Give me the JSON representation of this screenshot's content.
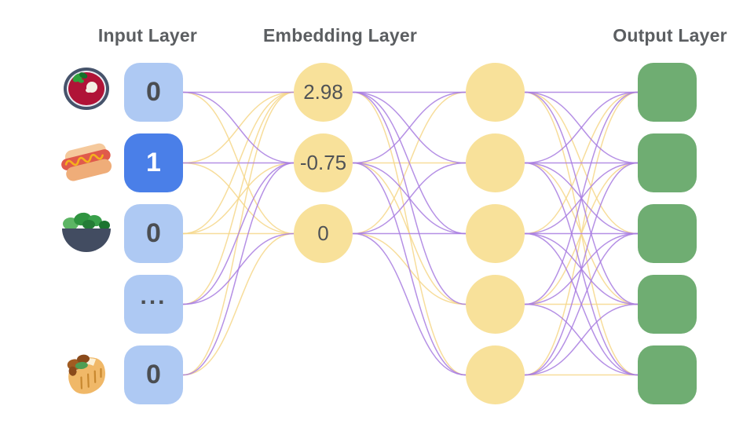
{
  "titles": {
    "input": "Input Layer",
    "embedding": "Embedding Layer",
    "output": "Output Layer"
  },
  "input_layer": {
    "nodes": [
      {
        "icon": "borscht-icon",
        "value": "0",
        "selected": false
      },
      {
        "icon": "hot-dog-icon",
        "value": "1",
        "selected": true
      },
      {
        "icon": "salad-icon",
        "value": "0",
        "selected": false
      },
      {
        "icon": "",
        "value": "...",
        "selected": false
      },
      {
        "icon": "stuffed-flatbread-icon",
        "value": "0",
        "selected": false
      }
    ]
  },
  "embedding_layer": {
    "nodes": [
      {
        "value": "2.98"
      },
      {
        "value": "-0.75"
      },
      {
        "value": "0"
      }
    ]
  },
  "hidden_layer": {
    "node_count": 5
  },
  "output_layer": {
    "node_count": 5
  },
  "colors": {
    "input_node": "#aec9f3",
    "input_node_selected": "#4a7fe8",
    "input_value": "#4b4e52",
    "input_value_selected": "#ffffff",
    "embedding_node": "#f8e19a",
    "embedding_value": "#505356",
    "hidden_node": "#f8e19a",
    "output_node": "#6fad72",
    "edge_purple": "#a87ce0",
    "edge_yellow": "#f6d78a",
    "title_text": "#5b5e61"
  },
  "edges": {
    "input_to_embedding": [
      [
        "P",
        "P",
        "Y"
      ],
      [
        "Y",
        "P",
        "Y"
      ],
      [
        "Y",
        "Y",
        "Y"
      ],
      [
        "Y",
        "P",
        "P"
      ],
      [
        "Y",
        "P",
        "Y"
      ]
    ],
    "embedding_to_hidden": [
      [
        "P",
        "P",
        "P",
        "P",
        "Y"
      ],
      [
        "P",
        "Y",
        "P",
        "Y",
        "P"
      ],
      [
        "Y",
        "P",
        "P",
        "Y",
        "P"
      ]
    ],
    "hidden_to_output": [
      [
        "P",
        "P",
        "Y",
        "P",
        "Y"
      ],
      [
        "P",
        "P",
        "P",
        "Y",
        "P"
      ],
      [
        "Y",
        "P",
        "P",
        "P",
        "P"
      ],
      [
        "P",
        "Y",
        "P",
        "Y",
        "P"
      ],
      [
        "Y",
        "P",
        "P",
        "P",
        "Y"
      ]
    ]
  }
}
